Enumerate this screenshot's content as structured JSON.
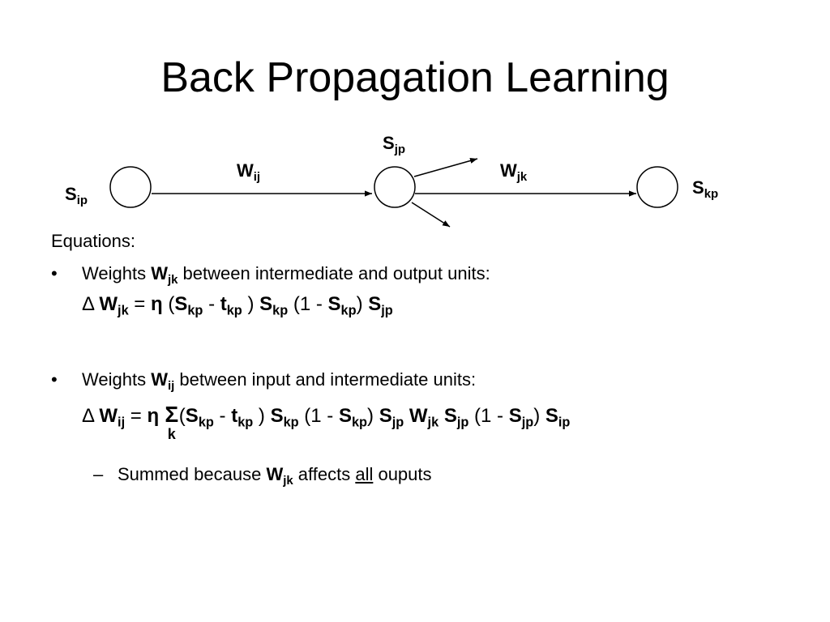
{
  "title": "Back Propagation Learning",
  "diagram": {
    "s_ip": {
      "base": "S",
      "sub": "ip"
    },
    "w_ij": {
      "base": "W",
      "sub": "ij"
    },
    "s_jp": {
      "base": "S",
      "sub": "jp"
    },
    "w_jk": {
      "base": "W",
      "sub": "jk"
    },
    "s_kp": {
      "base": "S",
      "sub": "kp"
    }
  },
  "equations_label": "Equations:",
  "bullet_1": {
    "bullet": "•",
    "text_before": "Weights ",
    "w_base": "W",
    "w_sub": "jk",
    "text_after": " between intermediate and output units:",
    "eq": {
      "delta": "Δ ",
      "w_base": "W",
      "w_sub": "jk",
      "equals": "  = ",
      "eta": "η",
      "open": " (",
      "s1": "S",
      "s1_sub": "kp",
      "minus": " - ",
      "t": "t",
      "t_sub": "kp",
      "close": " ) ",
      "s2": "S",
      "s2_sub": "kp",
      "paren": " (1 - ",
      "s3": "S",
      "s3_sub": "kp",
      "paren_close": ") ",
      "s4": "S",
      "s4_sub": "jp"
    }
  },
  "bullet_2": {
    "bullet": "•",
    "text_before": "Weights ",
    "w_base": "W",
    "w_sub": "ij",
    "text_after": " between input and intermediate units:",
    "eq": {
      "delta": "Δ ",
      "w_base": "W",
      "w_sub": "ij",
      "equals": "  = ",
      "eta": "η ",
      "sigma": "Σ",
      "sigma_sub": "k",
      "open": "(",
      "s1": "S",
      "s1_sub": "kp",
      "minus": " - ",
      "t": "t",
      "t_sub": "kp",
      "close": " ) ",
      "s2": "S",
      "s2_sub": "kp",
      "paren": " (1 - ",
      "s3": "S",
      "s3_sub": "kp",
      "paren_close": ") ",
      "s4": "S",
      "s4_sub": "jp",
      "sp1": " ",
      "w2": "W",
      "w2_sub": "jk",
      "sp2": " ",
      "s5": "S",
      "s5_sub": "jp",
      "paren2": " (1 - ",
      "s6": "S",
      "s6_sub": "jp",
      "paren2_close": ") ",
      "s7": "S",
      "s7_sub": "ip"
    }
  },
  "sub_bullet": {
    "dash": "–",
    "text_before": "Summed because ",
    "w_base": "W",
    "w_sub": "jk",
    "text_mid": " affects ",
    "underlined": "all",
    "text_after": " ouputs"
  }
}
